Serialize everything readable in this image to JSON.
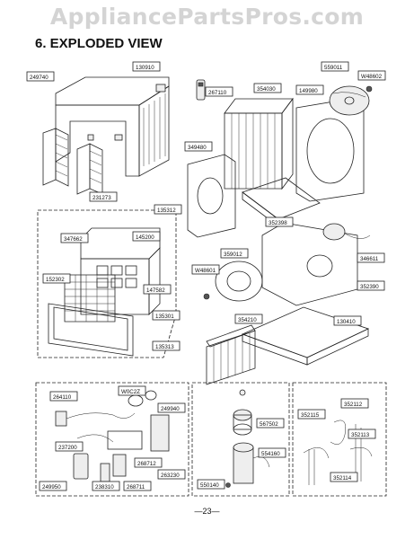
{
  "watermark": "AppliancePartsPros.com",
  "heading": "6. EXPLODED VIEW",
  "page_number": "—23—",
  "labels": {
    "l249740": "249740",
    "l130910": "130910",
    "l267110": "267110",
    "l354030": "354030",
    "l149980": "149980",
    "l559011": "559011",
    "lW48602": "W48602",
    "l349480": "349480",
    "l352398": "352398",
    "l231273": "231273",
    "l135312": "135312",
    "l347662": "347662",
    "l145200": "145200",
    "l152302": "152302",
    "l147582": "147582",
    "l135301": "135301",
    "l135313": "135313",
    "l359012": "359012",
    "lW48601": "W48601",
    "l346611": "346611",
    "l352390": "352390",
    "l354210": "354210",
    "l130410": "130410",
    "l264110": "264110",
    "lW0C2Z": "W0C2Z",
    "l249940": "249940",
    "l237200": "237200",
    "l268712": "268712",
    "l263230": "263230",
    "l249950": "249950",
    "l238310": "238310",
    "l268711": "268711",
    "l567502": "567502",
    "l554160": "554160",
    "l550140": "550140",
    "l352115": "352115",
    "l352112": "352112",
    "l352113": "352113",
    "l352114": "352114"
  }
}
